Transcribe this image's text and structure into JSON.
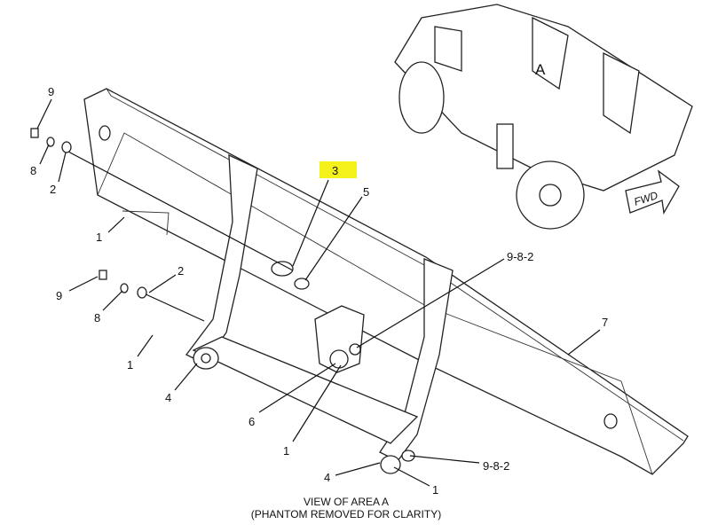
{
  "diagram": {
    "callouts": {
      "c9_top": "9",
      "c8_top": "8",
      "c2_top": "2",
      "c1_left": "1",
      "c9_mid": "9",
      "c8_mid": "8",
      "c2_mid": "2",
      "c1_mid": "1",
      "c4_left": "4",
      "c3": "3",
      "c5": "5",
      "c982_upper": "9-8-2",
      "c7": "7",
      "c6": "6",
      "c1_center": "1",
      "c4_bottom": "4",
      "c982_lower": "9-8-2",
      "c1_bottom": "1"
    },
    "highlight_color": "#f5f11a",
    "inset": {
      "area_label": "A",
      "direction_label": "FWD"
    },
    "caption": {
      "line1": "VIEW OF AREA A",
      "line2": "(PHANTOM REMOVED FOR CLARITY)"
    }
  }
}
